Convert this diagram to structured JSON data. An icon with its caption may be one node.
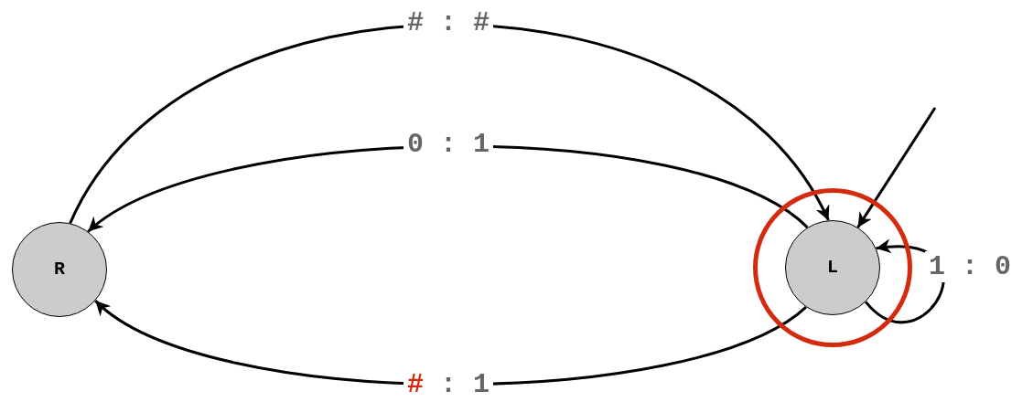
{
  "diagram": {
    "nodes": [
      {
        "text": [
          "R"
        ]
      },
      {
        "text": [],
        "shape": "circle"
      },
      {
        "text": [
          "L"
        ],
        "in": 1
      }
    ],
    "edges": [
      {
        "from": 0,
        "to": 2,
        "arrow": "to",
        "label": "# : #"
      },
      {
        "from": 2,
        "to": 0,
        "arrow": "to",
        "label": "0 : 1"
      },
      {
        "from": 2,
        "to": 0,
        "arrow": "to",
        "label": "# : 1"
      },
      {
        "from": 2,
        "to": 2,
        "arrow": "to",
        "label": "1 : 0"
      },
      {
        "from": null,
        "to": 2,
        "arrow": "to"
      }
    ]
  }
}
